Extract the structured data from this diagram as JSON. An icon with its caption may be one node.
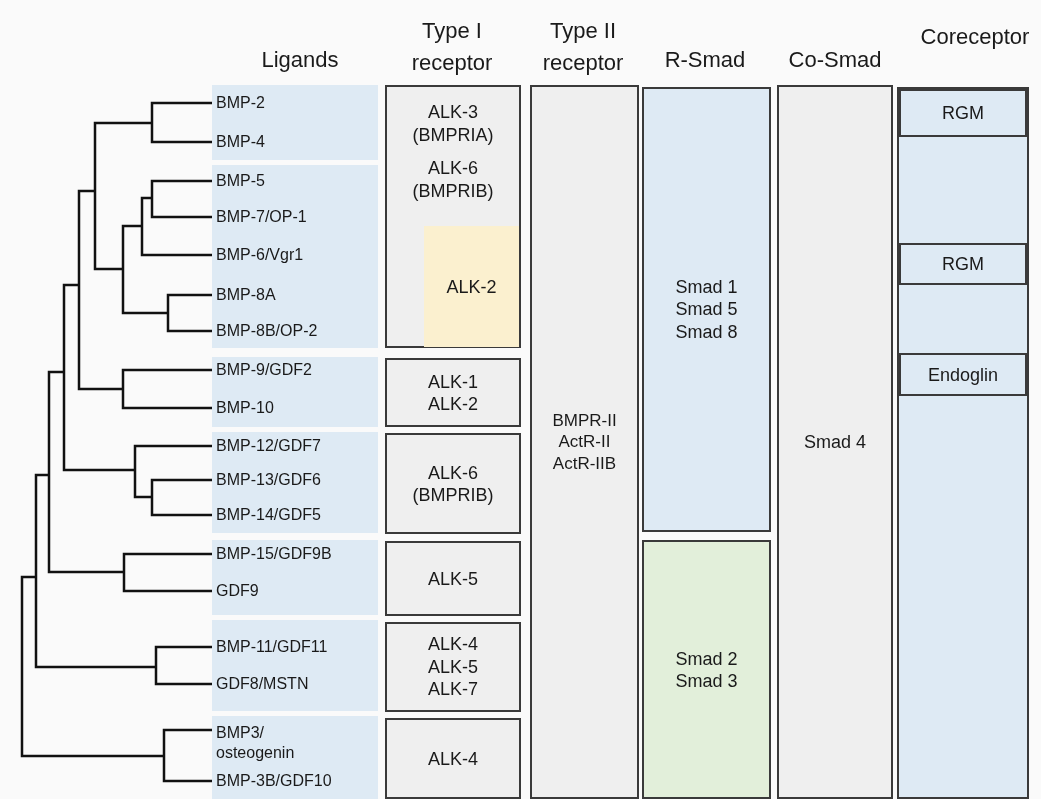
{
  "diagram": {
    "nodes": [
      {
        "text": [
          "BMP-2",
          "BMP-4"
        ]
      },
      {
        "text": [
          "BMP-5",
          "BMP-7/OP-1",
          "BMP-6/Vgr1",
          "BMP-8A",
          "BMP-8B/OP-2"
        ]
      },
      {
        "text": [
          "BMP-9/GDF2",
          "BMP-10"
        ]
      },
      {
        "text": [
          "BMP-12/GDF7",
          "BMP-13/GDF6",
          "BMP-14/GDF5"
        ]
      },
      {
        "text": [
          "BMP-15/GDF9B",
          "GDF9"
        ]
      },
      {
        "text": [
          "BMP-11/GDF11",
          "GDF8/MSTN"
        ]
      },
      {
        "text": [
          "BMP3/ osteogenin",
          "BMP-3B/GDF10"
        ]
      },
      {
        "text": [
          "ALK-3 (BMPRIA)",
          "ALK-6 (BMPRIB)"
        ]
      },
      {
        "text": [
          "ALK-2"
        ],
        "in": 7
      },
      {
        "text": [
          "ALK-1 ALK-2"
        ]
      },
      {
        "text": [
          "ALK-6 (BMPRIB)"
        ]
      },
      {
        "text": [
          "ALK-5"
        ]
      },
      {
        "text": [
          "ALK-4 ALK-5 ALK-7"
        ]
      },
      {
        "text": [
          "ALK-4"
        ]
      },
      {
        "text": [
          "BMPR-II ActR-II ActR-IIB"
        ]
      },
      {
        "text": [
          "Smad 1 Smad 5 Smad 8"
        ]
      },
      {
        "text": [
          "Smad 2 Smad 3"
        ]
      },
      {
        "text": [
          "Smad 4"
        ]
      },
      {
        "text": [],
        "shape": "box"
      },
      {
        "text": [
          "RGM"
        ],
        "in": 18
      },
      {
        "text": [
          "RGM"
        ],
        "in": 18
      },
      {
        "text": [
          "Endoglin"
        ],
        "in": 18
      }
    ],
    "labels": [
      "Type I receptor",
      "Coreceptor",
      "Type II receptor",
      "Ligands",
      "R-Smad",
      "Co-Smad"
    ]
  }
}
